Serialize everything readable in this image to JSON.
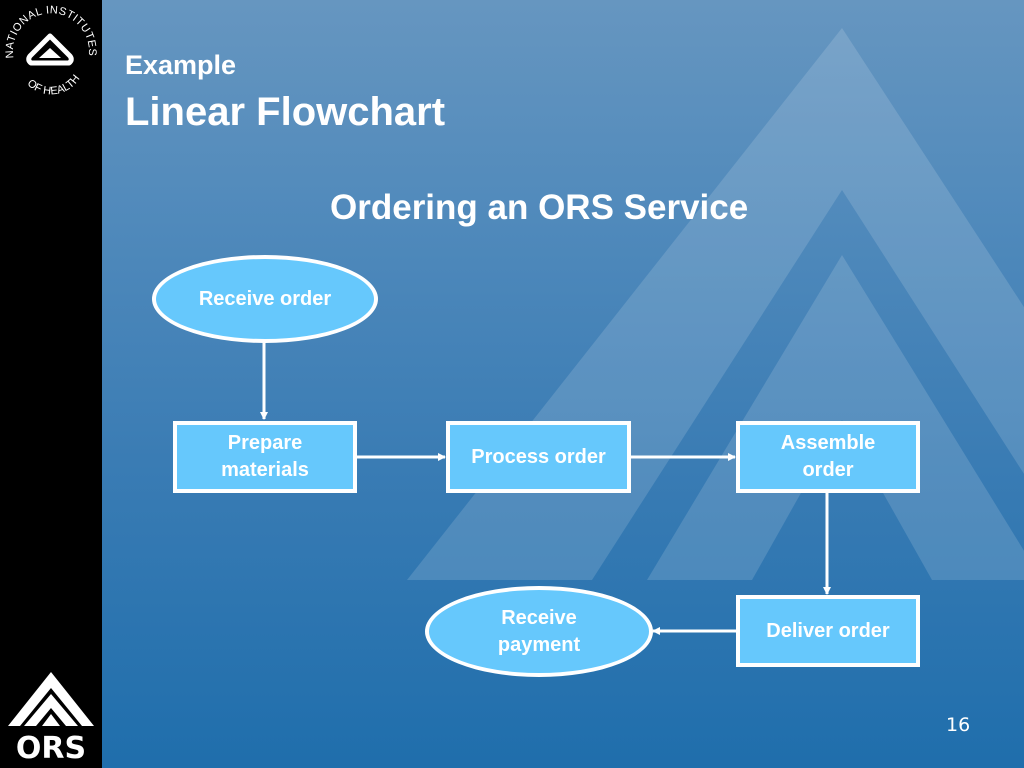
{
  "sidebar": {
    "top_logo": {
      "icon": "nih-logo-icon",
      "text": "NATIONAL INSTITUTES OF HEALTH"
    },
    "bottom_logo": {
      "icon": "ors-mountain-icon",
      "text": "ORS"
    }
  },
  "header": {
    "kicker": "Example",
    "title": "Linear Flowchart"
  },
  "diagram": {
    "title": "Ordering an ORS Service",
    "nodes": [
      {
        "id": "receive-order",
        "shape": "oval",
        "label": "Receive order"
      },
      {
        "id": "prepare-materials",
        "shape": "rect",
        "label": "Prepare materials"
      },
      {
        "id": "process-order",
        "shape": "rect",
        "label": "Process order"
      },
      {
        "id": "assemble-order",
        "shape": "rect",
        "label": "Assemble order"
      },
      {
        "id": "deliver-order",
        "shape": "rect",
        "label": "Deliver order"
      },
      {
        "id": "receive-payment",
        "shape": "oval",
        "label": "Receive payment"
      }
    ],
    "edges": [
      {
        "from": "receive-order",
        "to": "prepare-materials"
      },
      {
        "from": "prepare-materials",
        "to": "process-order"
      },
      {
        "from": "process-order",
        "to": "assemble-order"
      },
      {
        "from": "assemble-order",
        "to": "deliver-order"
      },
      {
        "from": "deliver-order",
        "to": "receive-payment"
      }
    ],
    "colors": {
      "node_fill": "#66c8fc",
      "node_border": "#ffffff",
      "arrow": "#ffffff"
    }
  },
  "footer": {
    "page_number": "16"
  }
}
